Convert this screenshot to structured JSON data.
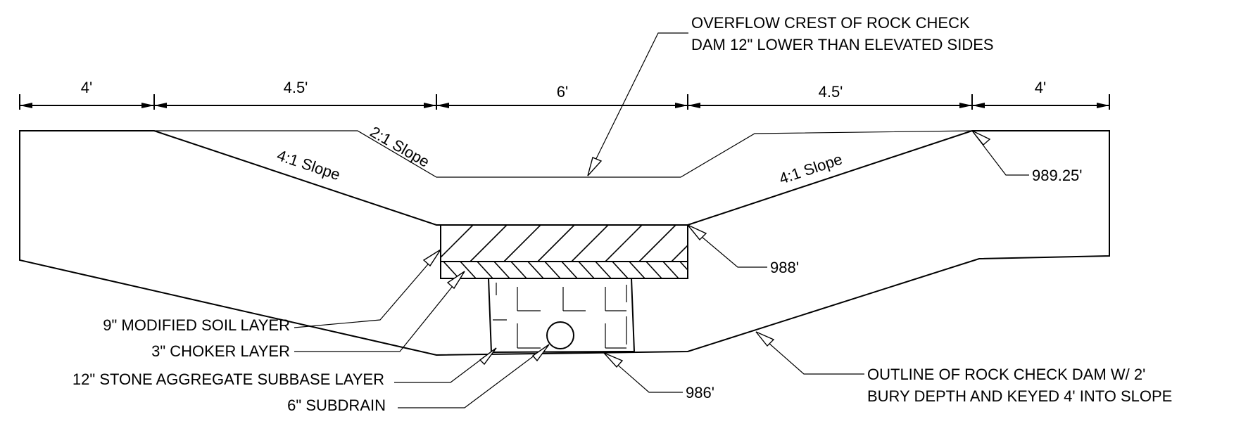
{
  "dimensions": [
    "4'",
    "4.5'",
    "6'",
    "4.5'",
    "4'"
  ],
  "slopes": {
    "left": "4:1 Slope",
    "middle": "2:1 Slope",
    "right": "4:1 Slope"
  },
  "elevations": {
    "top": "989.25'",
    "mid": "988'",
    "bottom": "986'"
  },
  "callouts": {
    "overflow_line1": "OVERFLOW CREST OF ROCK CHECK",
    "overflow_line2": "DAM 12\" LOWER THAN ELEVATED SIDES",
    "modified_soil": "9\" MODIFIED SOIL LAYER",
    "choker": "3\" CHOKER LAYER",
    "stone_aggregate": "12\" STONE AGGREGATE SUBBASE LAYER",
    "subdrain": "6\" SUBDRAIN",
    "outline_line1": "OUTLINE OF ROCK CHECK DAM W/ 2'",
    "outline_line2": "BURY DEPTH AND KEYED 4' INTO SLOPE"
  }
}
